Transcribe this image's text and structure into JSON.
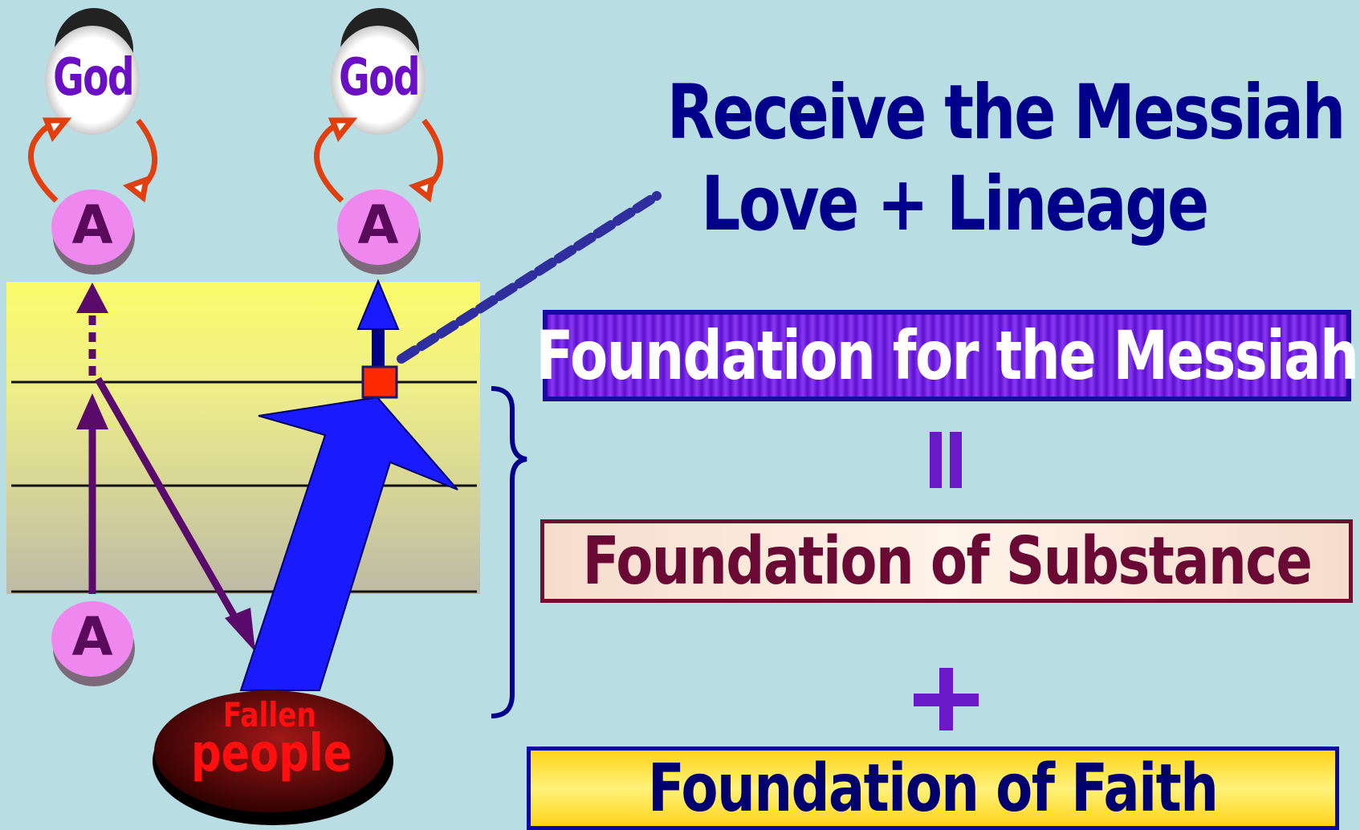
{
  "left_column": {
    "god_label": "God",
    "top_a_label": "A",
    "bottom_a_label": "A"
  },
  "right_column": {
    "god_label": "God",
    "a_label": "A"
  },
  "fallen_people": {
    "line1": "Fallen",
    "line2": "people"
  },
  "heading": {
    "line1": "Receive the Messiah",
    "line2": "Love + Lineage"
  },
  "equation": {
    "foundation_messiah": "Foundation for the Messiah",
    "equals_sign": "=",
    "foundation_substance": "Foundation of Substance",
    "plus_sign": "+",
    "foundation_faith": "Foundation of Faith"
  },
  "colors": {
    "background": "#b8dee3",
    "heading": "#00008b",
    "god_text": "#6a0fc4",
    "a_circle": "#ee88ee",
    "blue_arrow": "#1a1aff",
    "purple_arrow": "#5a0a6a",
    "red_marker": "#ff2a00"
  }
}
